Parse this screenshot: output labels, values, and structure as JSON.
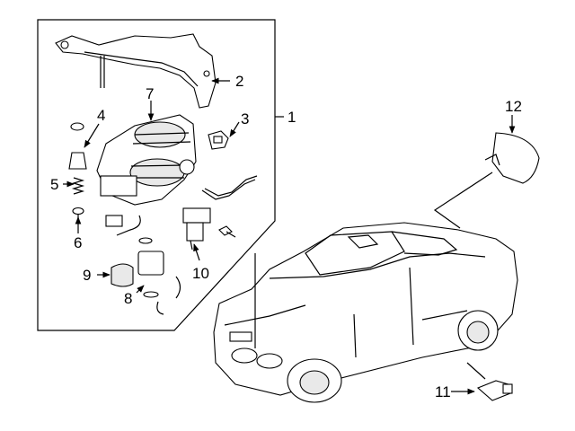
{
  "callouts": {
    "c1": "1",
    "c2": "2",
    "c3": "3",
    "c4": "4",
    "c5": "5",
    "c6": "6",
    "c7": "7",
    "c8": "8",
    "c9": "9",
    "c10": "10",
    "c11": "11",
    "c12": "12"
  },
  "icons": {
    "arrow": "arrowhead"
  }
}
